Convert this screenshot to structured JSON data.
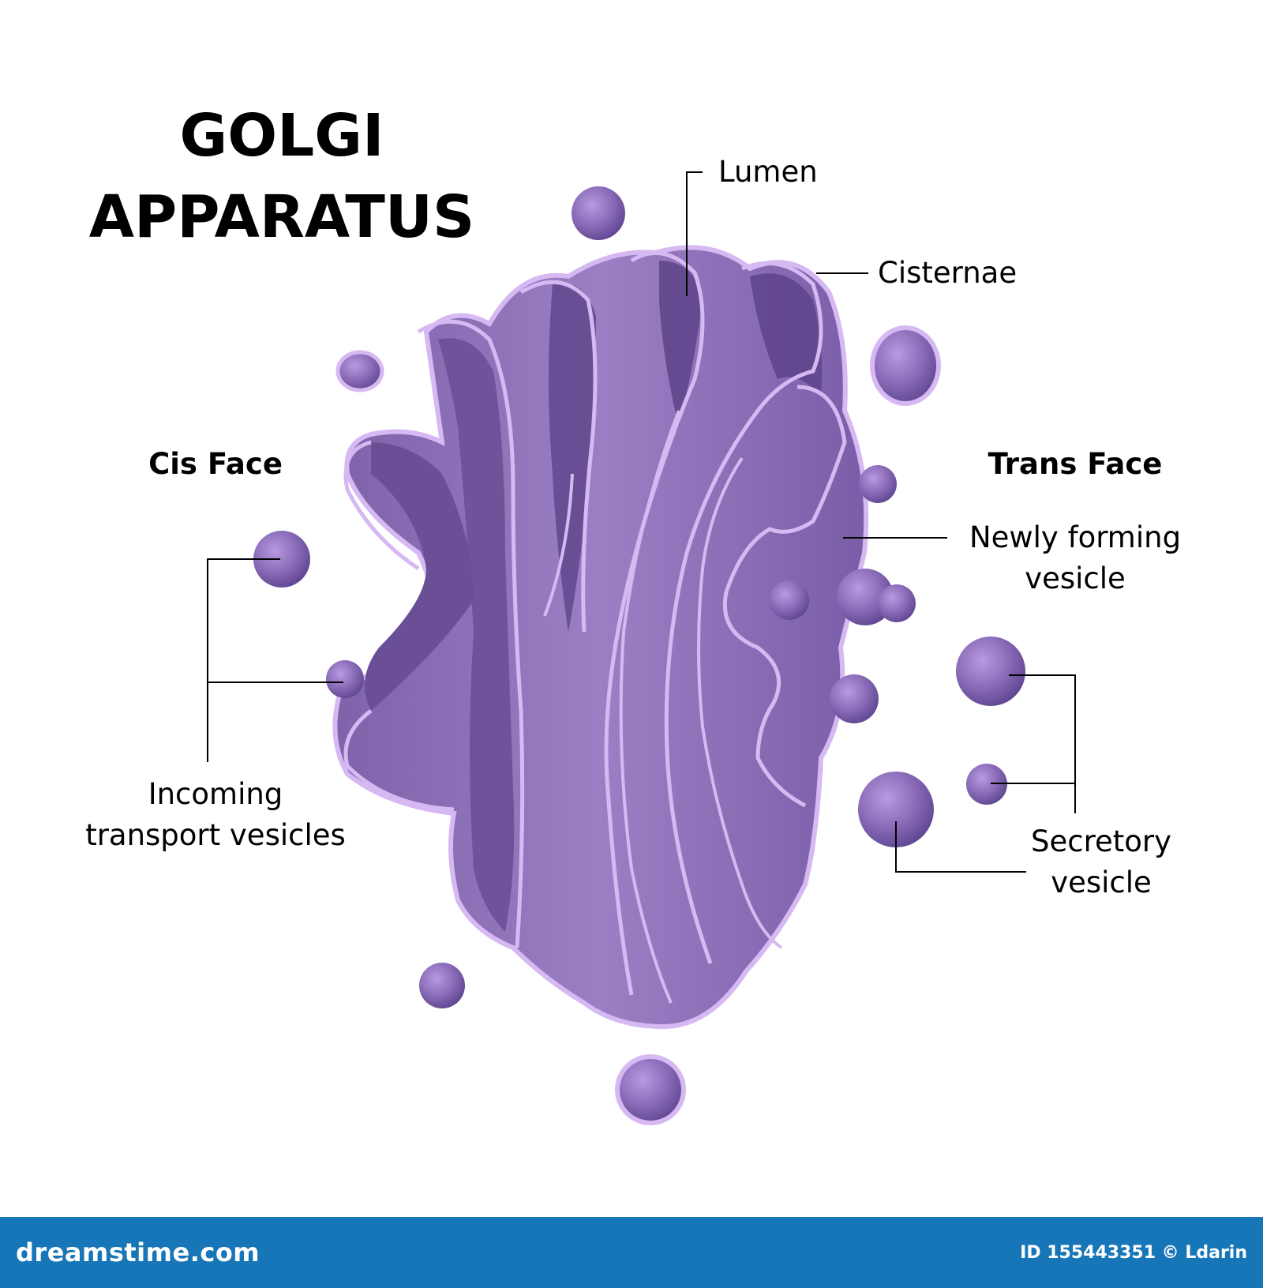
{
  "title": {
    "line1": "GOLGI",
    "line2": "APPARATUS"
  },
  "labels": {
    "lumen": "Lumen",
    "cisternae": "Cisternae",
    "cis_face": "Cis Face",
    "trans_face": "Trans Face",
    "newly_forming_line1": "Newly forming",
    "newly_forming_line2": "vesicle",
    "incoming_line1": "Incoming",
    "incoming_line2": "transport vesicles",
    "secretory_line1": "Secretory",
    "secretory_line2": "vesicle"
  },
  "footer": {
    "brand": "dreamstime.com",
    "image_id": "ID 155443351 © Ldarin"
  },
  "colors": {
    "body_fill": "#8f72b8",
    "body_dark": "#6b4f96",
    "membrane": "#d6b8f2",
    "vesicle": "#8a6bb8",
    "footer_bg": "#1776b7"
  }
}
